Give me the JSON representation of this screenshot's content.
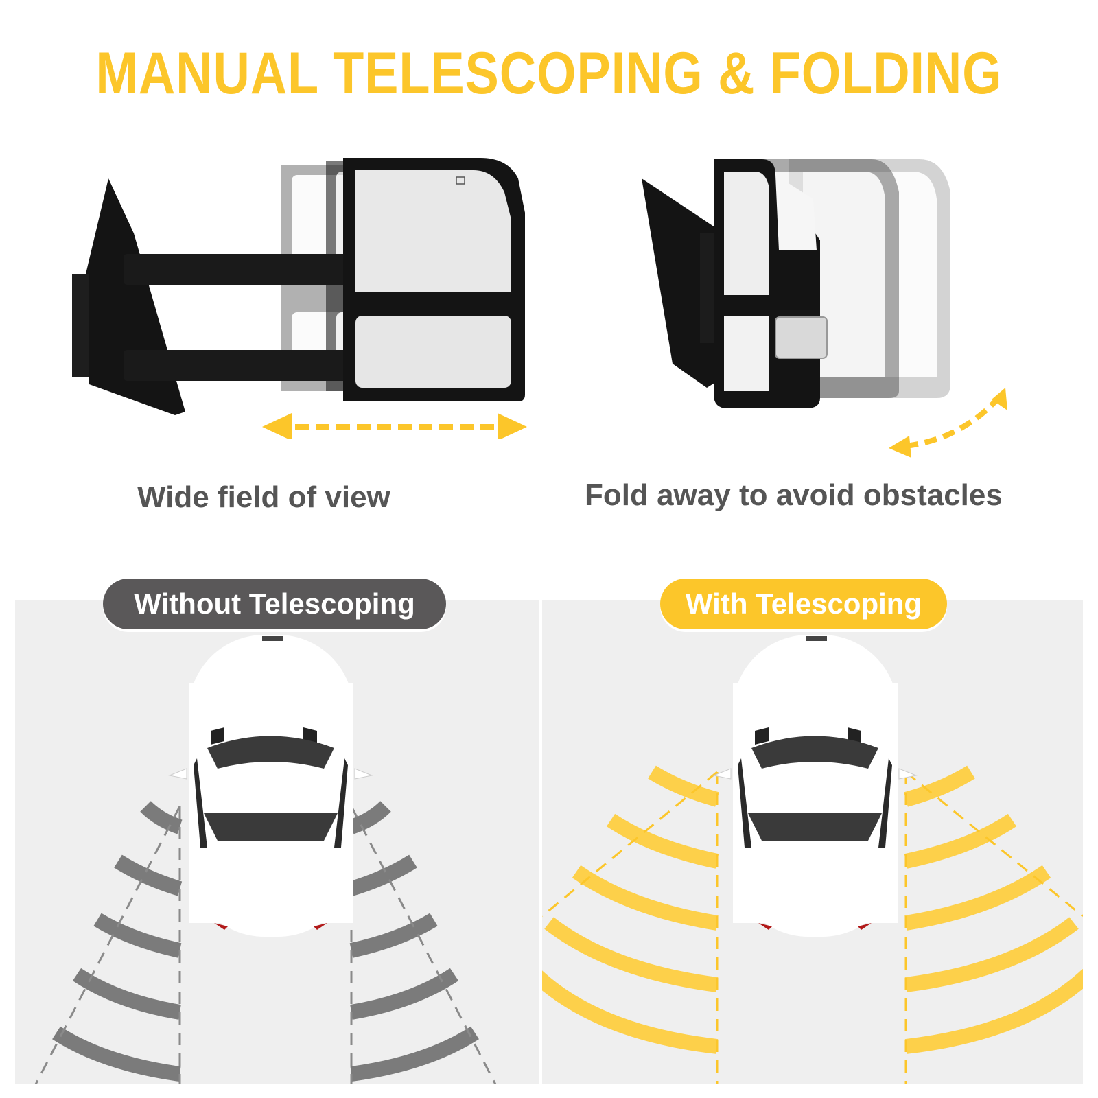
{
  "header": {
    "title": "MANUAL TELESCOPING & FOLDING",
    "title_color": "#FCC62A"
  },
  "features": [
    {
      "caption": "Wide field of view",
      "illustration": "telescoping-mirror-illustration",
      "arrow": "double-horizontal-dashed-arrow"
    },
    {
      "caption": "Fold away to avoid obstacles",
      "illustration": "folding-mirror-illustration",
      "arrow": "double-curved-dashed-arrow"
    }
  ],
  "comparison": [
    {
      "badge": "Without Telescoping",
      "badge_color": "#5A5859",
      "view_color": "#7B7B7B",
      "illustration": "car-top-view-narrow-view"
    },
    {
      "badge": "With Telescoping",
      "badge_color": "#FCC62A",
      "view_color": "#FDD04A",
      "illustration": "car-top-view-wide-view"
    }
  ],
  "colors": {
    "accent": "#FCC62A",
    "caption_text": "#555555",
    "panel_bg": "#EFEFEF",
    "mirror_black": "#141414"
  }
}
